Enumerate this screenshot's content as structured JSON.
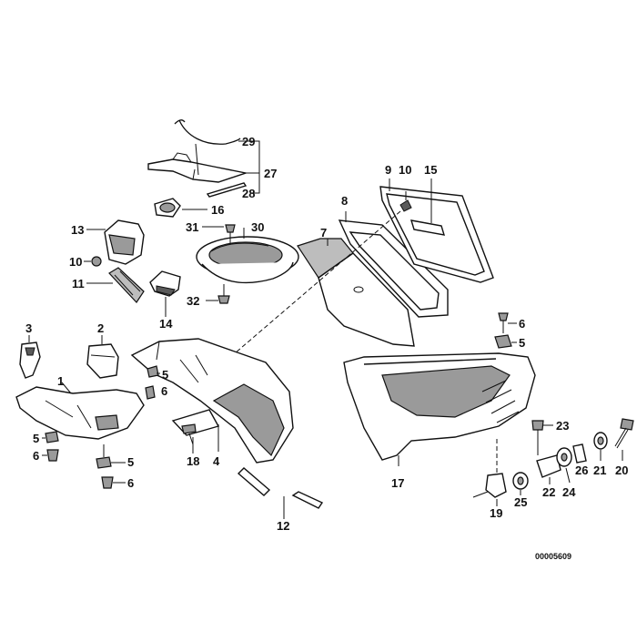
{
  "diagram": {
    "doc_number": "00005609",
    "callouts": {
      "c1": "1",
      "c2": "2",
      "c3": "3",
      "c4": "4",
      "c5a": "5",
      "c5b": "5",
      "c5c": "5",
      "c5d": "5",
      "c6a": "6",
      "c6b": "6",
      "c6c": "6",
      "c6d": "6",
      "c7": "7",
      "c8": "8",
      "c9": "9",
      "c10a": "10",
      "c10b": "10",
      "c11": "11",
      "c12": "12",
      "c13": "13",
      "c14": "14",
      "c15": "15",
      "c16": "16",
      "c17": "17",
      "c18": "18",
      "c19": "19",
      "c20": "20",
      "c21": "21",
      "c22": "22",
      "c23": "23",
      "c24": "24",
      "c25": "25",
      "c26": "26",
      "c27": "27",
      "c28": "28",
      "c29": "29",
      "c30": "30",
      "c31": "31",
      "c32": "32"
    }
  }
}
